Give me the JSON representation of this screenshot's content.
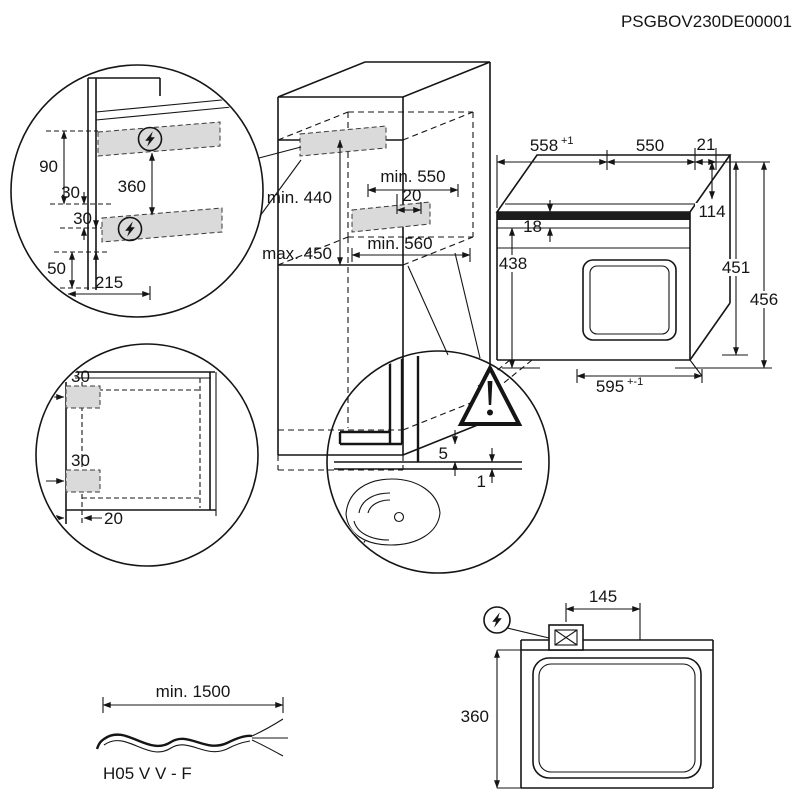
{
  "doc_code": "PSGBOV230DE00001",
  "detail_mounting": {
    "d90": "90",
    "d30_upper": "30",
    "d360": "360",
    "d30_lower": "30",
    "d50": "50",
    "d215": "215"
  },
  "niche": {
    "min440": "min. 440",
    "max450": "max. 450",
    "min550": "min. 550",
    "d20": "20",
    "min560": "min. 560"
  },
  "oven": {
    "d558_base": "558",
    "d558_sup": "+1",
    "d550": "550",
    "d21": "21",
    "d18": "18",
    "d114": "114",
    "d438": "438",
    "d451": "451",
    "d456": "456",
    "d595_base": "595",
    "d595_sup": "+-1"
  },
  "detail_corner": {
    "d30_top": "30",
    "d30_bottom": "30",
    "d20": "20"
  },
  "detail_gap": {
    "d5": "5",
    "d1": "1"
  },
  "top_view": {
    "d145": "145",
    "d360": "360"
  },
  "cable": {
    "min1500": "min. 1500",
    "type": "H05 V V - F"
  },
  "icons": {
    "electric": "lightning-bolt-in-circle",
    "warning": "warning-triangle"
  },
  "colors": {
    "line": "#151515",
    "shade": "#dadada"
  }
}
